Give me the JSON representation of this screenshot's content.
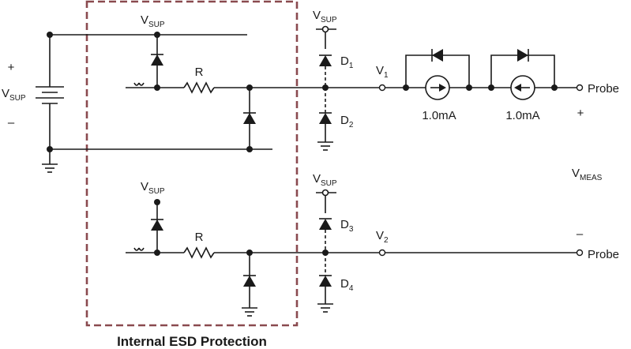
{
  "labels": {
    "vsup": "V",
    "vsup_sub": "SUP",
    "plus": "+",
    "minus": "–",
    "resistor": "R",
    "d1": "D",
    "d1_sub": "1",
    "d2": "D",
    "d2_sub": "2",
    "d3": "D",
    "d3_sub": "3",
    "d4": "D",
    "d4_sub": "4",
    "v1": "V",
    "v1_sub": "1",
    "v2": "V",
    "v2_sub": "2",
    "current_source_1": "1.0mA",
    "current_source_2": "1.0mA",
    "probe_plus": "Probe",
    "probe_minus": "Probe",
    "vmeas": "V",
    "vmeas_sub": "MEAS",
    "box_caption": "Internal ESD Protection"
  },
  "colors": {
    "wire": "#1a1a1a",
    "esd_box": "#8a4a4f",
    "background": "#ffffff"
  }
}
